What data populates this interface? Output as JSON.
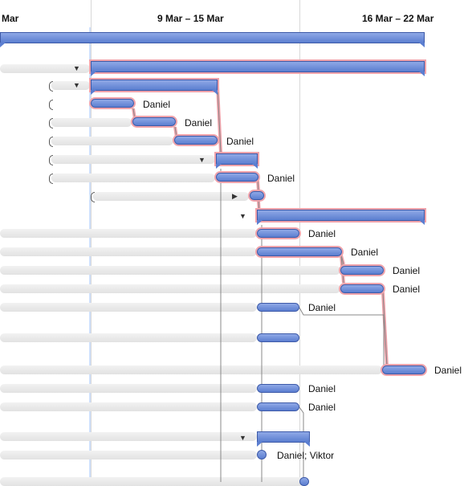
{
  "timeline": {
    "weeks": [
      "Mar",
      "9 Mar – 15 Mar",
      "16 Mar – 22 Mar"
    ]
  },
  "tasks": [
    {
      "type": "summary",
      "resource": ""
    },
    {
      "type": "summary",
      "resource": ""
    },
    {
      "type": "summary",
      "resource": ""
    },
    {
      "type": "task",
      "resource": "Daniel"
    },
    {
      "type": "task",
      "resource": "Daniel"
    },
    {
      "type": "task",
      "resource": "Daniel"
    },
    {
      "type": "summary",
      "resource": ""
    },
    {
      "type": "task",
      "resource": "Daniel"
    },
    {
      "type": "milestone",
      "resource": ""
    },
    {
      "type": "summary",
      "resource": ""
    },
    {
      "type": "task",
      "resource": "Daniel"
    },
    {
      "type": "task",
      "resource": "Daniel"
    },
    {
      "type": "task",
      "resource": "Daniel"
    },
    {
      "type": "task",
      "resource": "Daniel"
    },
    {
      "type": "task",
      "resource": "Daniel"
    },
    {
      "type": "task",
      "resource": ""
    },
    {
      "type": "task",
      "resource": "Daniel"
    },
    {
      "type": "task",
      "resource": "Daniel"
    },
    {
      "type": "task",
      "resource": "Daniel"
    },
    {
      "type": "summary",
      "resource": ""
    },
    {
      "type": "milestone",
      "resource": "Daniel; Viktor"
    }
  ],
  "colors": {
    "bar": "#6f8fdc",
    "critical_outline": "#f0a3ab",
    "today_line": "#cfe0fb",
    "row_background": "#e6e6e6"
  }
}
